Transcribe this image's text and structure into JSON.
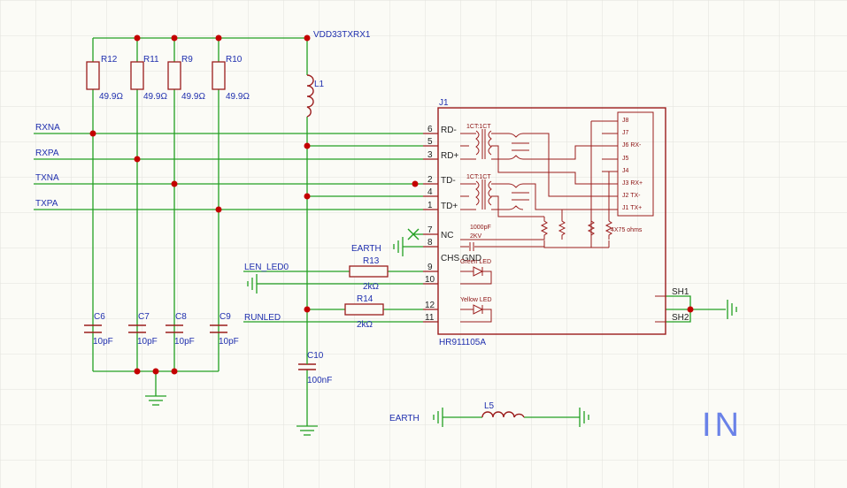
{
  "colors": {
    "background": "#fbfbf6",
    "grid": "#e2e2dc",
    "wire": "#23a023",
    "component": "#9b1c1c",
    "junction": "#c40000",
    "label": "#1f2fae",
    "watermark": "#6a82e8"
  },
  "nets": {
    "vdd": "VDD33TXRX1",
    "rxna": "RXNA",
    "rxpa": "RXPA",
    "txna": "TXNA",
    "txpa": "TXPA",
    "len_led": "LEN_LED0",
    "runled": "RUNLED",
    "earth1": "EARTH",
    "earth2": "EARTH"
  },
  "resistors": [
    {
      "ref": "R12",
      "value": "49.9Ω"
    },
    {
      "ref": "R11",
      "value": "49.9Ω"
    },
    {
      "ref": "R9",
      "value": "49.9Ω"
    },
    {
      "ref": "R10",
      "value": "49.9Ω"
    }
  ],
  "caps": [
    {
      "ref": "C6",
      "value": "10pF"
    },
    {
      "ref": "C7",
      "value": "10pF"
    },
    {
      "ref": "C8",
      "value": "10pF"
    },
    {
      "ref": "C9",
      "value": "10pF"
    }
  ],
  "c10": {
    "ref": "C10",
    "value": "100nF"
  },
  "l1": "L1",
  "l5": "L5",
  "r13": {
    "ref": "R13",
    "value": "2kΩ"
  },
  "r14": {
    "ref": "R14",
    "value": "2kΩ"
  },
  "connector": {
    "ref": "J1",
    "part": "HR911105A",
    "pins_left": [
      {
        "num": "6",
        "name": "RD-"
      },
      {
        "num": "5",
        "name": ""
      },
      {
        "num": "3",
        "name": "RD+"
      },
      {
        "num": "2",
        "name": "TD-"
      },
      {
        "num": "4",
        "name": ""
      },
      {
        "num": "1",
        "name": "TD+"
      },
      {
        "num": "7",
        "name": "NC"
      },
      {
        "num": "8",
        "name": ""
      },
      {
        "num": "9",
        "name": ""
      },
      {
        "num": "10",
        "name": ""
      },
      {
        "num": "12",
        "name": ""
      },
      {
        "num": "11",
        "name": ""
      }
    ],
    "chs_gnd": "CHS GND",
    "transformer1": "1CT:1CT",
    "transformer2": "1CT:1CT",
    "cap_value": "1000pF",
    "cap_voltage": "2KV",
    "resistor_pack": "4X75 ohms",
    "green_led": "Green LED",
    "yellow_led": "Yellow LED",
    "rj45_pins": [
      "J8",
      "J7",
      "J6 RX-",
      "J5",
      "J4",
      "J3 RX+",
      "J2 TX-",
      "J1 TX+"
    ],
    "sh1": "SH1",
    "sh2": "SH2"
  },
  "watermark": "IN"
}
